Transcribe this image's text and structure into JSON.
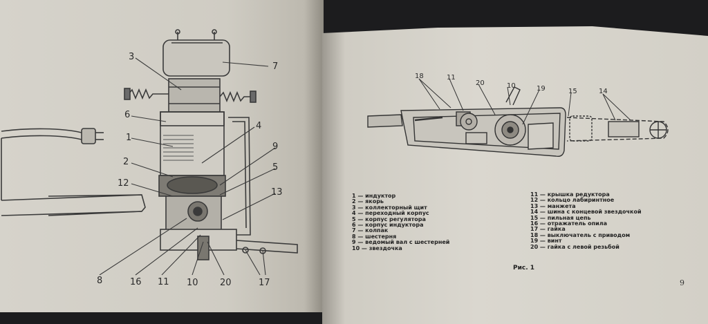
{
  "left_figure": {
    "callouts": {
      "c1": "1",
      "c2": "2",
      "c3": "3",
      "c4": "4",
      "c5": "5",
      "c6": "6",
      "c7": "7",
      "c8": "8",
      "c9": "9",
      "c10": "10",
      "c11": "11",
      "c12": "12",
      "c13": "13",
      "c16": "16",
      "c17": "17",
      "c20": "20"
    }
  },
  "right_figure": {
    "callouts": {
      "c18": "18",
      "c11": "11",
      "c20": "20",
      "c10": "10",
      "c19": "19",
      "c15": "15",
      "c14": "14"
    },
    "caption": "Рис. 1"
  },
  "legend": {
    "left": [
      "1 — индуктор",
      "2 — якорь",
      "3 — коллекторный щит",
      "4 — переходный корпус",
      "5 — корпус регулятора",
      "6 — корпус индуктора",
      "7 — колпак",
      "8 — шестерня",
      "9 — ведомый вал с шестерней",
      "10 — звездочка"
    ],
    "right": [
      "11 — крышка редуктора",
      "12 — кольцо лабиринтное",
      "13 — манжета",
      "14 — шина с концевой звездочкой",
      "15 — пильная цепь",
      "16 — отражатель опила",
      "17 — гайка",
      "18 — выключатель с приводом",
      "19 — винт",
      "20 — гайка с левой резьбой"
    ]
  },
  "page_number": "9"
}
